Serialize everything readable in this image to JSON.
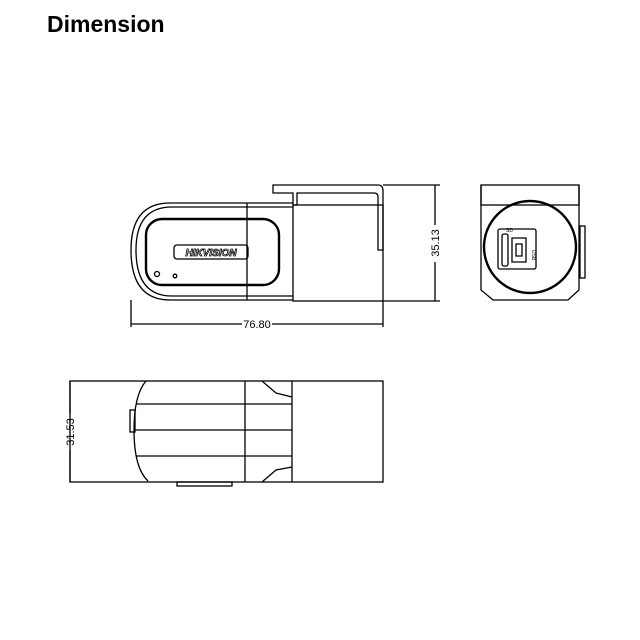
{
  "title": "Dimension",
  "dimensions": {
    "length": "76.80",
    "height": "35.13",
    "width": "31.53"
  },
  "logo": "HIKVISION",
  "port_labels": [
    "USB",
    "SD"
  ]
}
